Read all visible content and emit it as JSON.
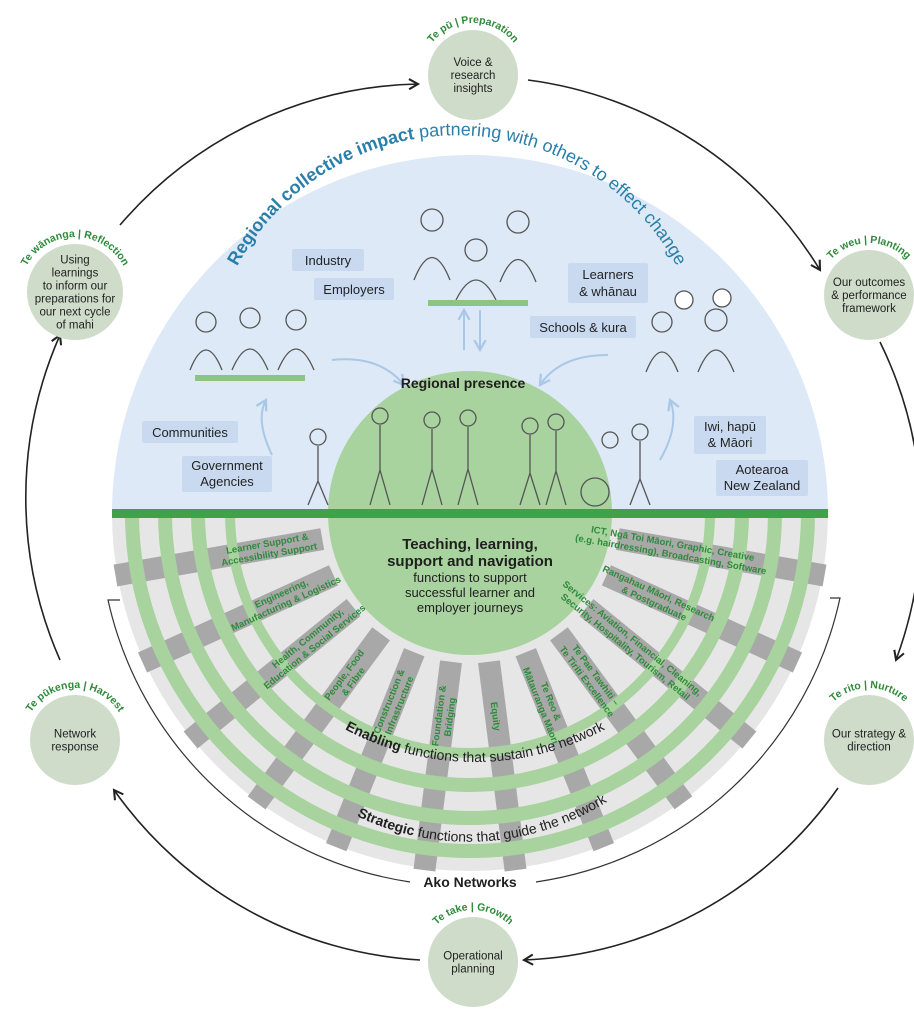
{
  "cycle": {
    "preparation": {
      "tag": "Te pū | Preparation",
      "text": [
        "Voice &",
        "research",
        "insights"
      ]
    },
    "planting": {
      "tag": "Te weu | Planting",
      "text": [
        "Our outcomes",
        "& performance",
        "framework"
      ]
    },
    "nurture": {
      "tag": "Te rito | Nurture",
      "text": [
        "Our strategy &",
        "direction"
      ]
    },
    "growth": {
      "tag": "Te take | Growth",
      "text": [
        "Operational",
        "planning"
      ]
    },
    "harvest": {
      "tag": "Te pūkenga | Harvest",
      "text": [
        "Network",
        "response"
      ]
    },
    "reflection": {
      "tag": "Te wānanga | Reflection",
      "text": [
        "Using",
        "learnings",
        "to inform our",
        "preparations for",
        "our next cycle",
        "of mahi"
      ]
    }
  },
  "header": {
    "bold": "Regional collective impact",
    "rest": " partnering with others to effect change"
  },
  "stakeholders": {
    "industry": "Industry",
    "employers": "Employers",
    "learners": [
      "Learners",
      "& whānau"
    ],
    "schools": "Schools & kura",
    "communities": "Communities",
    "government": [
      "Government",
      "Agencies"
    ],
    "iwi": [
      "Iwi, hapū",
      "& Māori"
    ],
    "aotearoa": [
      "Aotearoa",
      "New Zealand"
    ]
  },
  "regional_presence": "Regional presence",
  "teaching": {
    "title": [
      "Teaching, learning,",
      "support and navigation"
    ],
    "sub": [
      "functions to support",
      "successful learner and",
      "employer journeys"
    ]
  },
  "functions": [
    {
      "lines": [
        "Learner Support &",
        "Accessibility Support"
      ]
    },
    {
      "lines": [
        "Engineering,",
        "Manufacturing & Logistics"
      ]
    },
    {
      "lines": [
        "Health, Community,",
        "Education & Social Services"
      ]
    },
    {
      "lines": [
        "People, Food",
        "& Fibre"
      ]
    },
    {
      "lines": [
        "Construction &",
        "Infrastructure"
      ]
    },
    {
      "lines": [
        "Foundation &",
        "Bridging"
      ]
    },
    {
      "lines": [
        "Equity"
      ]
    },
    {
      "lines": [
        "Te Reo &",
        "Mātauranga Māori"
      ]
    },
    {
      "lines": [
        "Te Pae Tawhiti –",
        "Te Tiriti Excellence"
      ]
    },
    {
      "lines": [
        "Services: Aviation, Financial, Cleaning,",
        "Security, Hospitality, Tourism, Retail"
      ]
    },
    {
      "lines": [
        "Rangahau Māori, Research",
        "& Postgraduate"
      ]
    },
    {
      "lines": [
        "ICT, Ngā Toi Māori, Graphic, Creative",
        "(e.g. hairdressing), Broadcasting, Software"
      ]
    }
  ],
  "enabling": {
    "bold": "Enabling",
    "rest": " functions that sustain the network"
  },
  "strategic": {
    "bold": "Strategic",
    "rest": " functions that guide the network"
  },
  "ako": "Ako Networks",
  "colors": {
    "green": "#3fa24a",
    "light_green": "#9ccc93",
    "pale_green": "#b8dcb0",
    "node": "#cfdcca",
    "sky": "#dde9f6",
    "label_box": "#c9daf0",
    "teal": "#2a7fa8",
    "text_green": "#2e8b3a"
  }
}
